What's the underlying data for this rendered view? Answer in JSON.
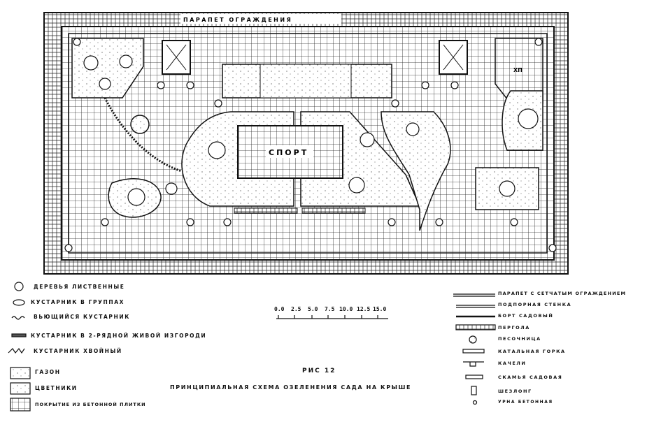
{
  "plan": {
    "parapet_caption": "ПАРАПЕТ ОГРАЖДЕНИЯ",
    "sport_label": "СПОРТ",
    "room_label": "ХП"
  },
  "legend_left": [
    {
      "icon": "deciduous-tree-icon",
      "label": "ДЕРЕВЬЯ ЛИСТВЕННЫЕ"
    },
    {
      "icon": "shrub-group-icon",
      "label": "КУСТАРНИК В ГРУППАХ"
    },
    {
      "icon": "climbing-shrub-icon",
      "label": "ВЬЮЩИЙСЯ КУСТАРНИК"
    },
    {
      "icon": "hedge-icon",
      "label": "КУСТАРНИК В 2-РЯДНОЙ ЖИВОЙ ИЗГОРОДИ"
    },
    {
      "icon": "conifer-shrub-icon",
      "label": "КУСТАРНИК ХВОЙНЫЙ"
    },
    {
      "icon": "lawn-icon",
      "label": "ГАЗОН"
    },
    {
      "icon": "flowerbed-icon",
      "label": "ЦВЕТНИКИ"
    },
    {
      "icon": "tile-paving-icon",
      "label": "ПОКРЫТИЕ ИЗ БЕТОННОЙ ПЛИТКИ"
    }
  ],
  "legend_right": [
    {
      "icon": "parapet-fence-icon",
      "label": "ПАРАПЕТ С СЕТЧАТЫМ ОГРАЖДЕНИЕМ"
    },
    {
      "icon": "retaining-wall-icon",
      "label": "ПОДПОРНАЯ СТЕНКА"
    },
    {
      "icon": "garden-curb-icon",
      "label": "БОРТ САДОВЫЙ"
    },
    {
      "icon": "pergola-icon",
      "label": "ПЕРГОЛА"
    },
    {
      "icon": "sandbox-icon",
      "label": "ПЕСОЧНИЦА"
    },
    {
      "icon": "slide-icon",
      "label": "КАТАЛЬНАЯ ГОРКА"
    },
    {
      "icon": "swing-icon",
      "label": "КАЧЕЛИ"
    },
    {
      "icon": "bench-icon",
      "label": "СКАМЬЯ САДОВАЯ"
    },
    {
      "icon": "deck-chair-icon",
      "label": "ШЕЗЛОНГ"
    },
    {
      "icon": "urn-icon",
      "label": "УРНА БЕТОННАЯ"
    }
  ],
  "scale": {
    "ticks": [
      "0.0",
      "2.5",
      "5.0",
      "7.5",
      "10.0",
      "12.5",
      "15.0"
    ]
  },
  "figure": {
    "number": "РИС 12",
    "caption": "ПРИНЦИПИАЛЬНАЯ СХЕМА ОЗЕЛЕНЕНИЯ САДА НА КРЫШЕ"
  }
}
